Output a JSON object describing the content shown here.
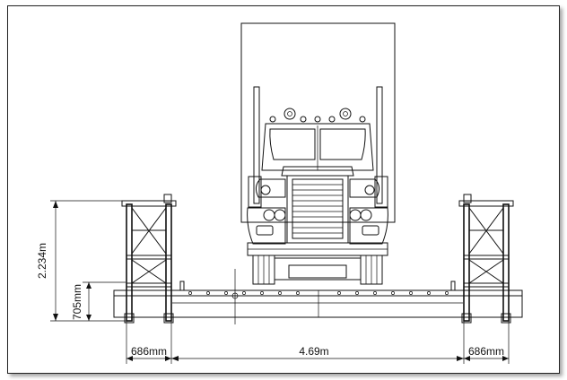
{
  "drawing": {
    "dimensions": {
      "height_total": "2.234m",
      "height_deck": "705mm",
      "panel_left": "686mm",
      "span_width": "4.69m",
      "panel_right": "686mm"
    }
  }
}
